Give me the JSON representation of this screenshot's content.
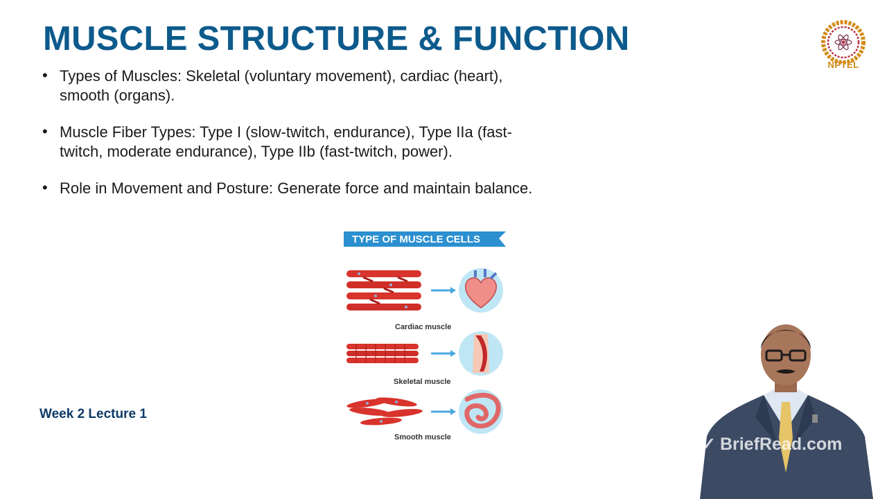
{
  "slide": {
    "title": "MUSCLE STRUCTURE & FUNCTION",
    "bullets": [
      "Types of Muscles: Skeletal (voluntary movement), cardiac (heart), smooth (organs).",
      "Muscle Fiber Types: Type I (slow-twitch, endurance), Type IIa (fast-twitch, moderate endurance), Type IIb (fast-twitch, power).",
      "Role in Movement and Posture: Generate force and maintain balance."
    ],
    "footer_label": "Week 2 Lecture 1"
  },
  "logo": {
    "text": "NPTEL"
  },
  "infographic": {
    "banner": "TYPE OF MUSCLE CELLS",
    "rows": [
      {
        "label": "Cardiac muscle",
        "organ_icon": "heart-icon"
      },
      {
        "label": "Skeletal muscle",
        "organ_icon": "limb-muscle-icon"
      },
      {
        "label": "Smooth muscle",
        "organ_icon": "intestine-icon"
      }
    ]
  },
  "watermark": {
    "text": "BriefRead.com"
  },
  "colors": {
    "title": "#0d5a8c",
    "footer": "#0d3b66",
    "banner": "#2b8fd0",
    "muscle": "#d8332c",
    "circle": "#bfe6f5",
    "logo": "#d28a16"
  }
}
